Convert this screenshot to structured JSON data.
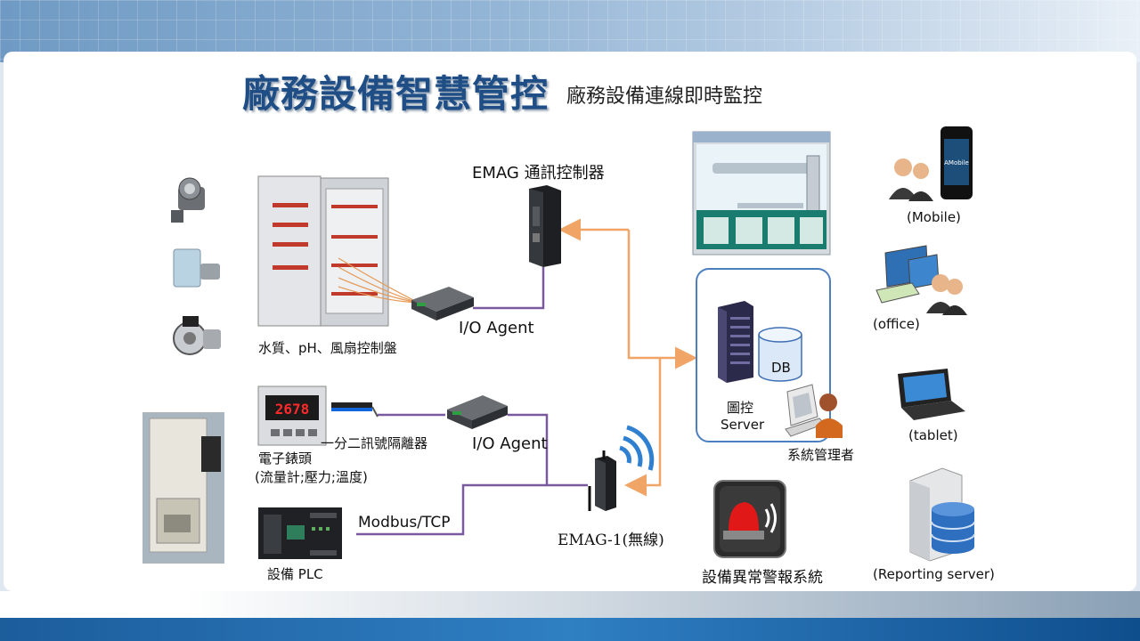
{
  "header": {
    "title": "廠務設備智慧管控",
    "subtitle": "廠務設備連線即時監控"
  },
  "labels": {
    "emag_controller": "EMAG 通訊控制器",
    "io_agent_top": "I/O Agent",
    "io_agent_mid": "I/O Agent",
    "control_panel": "水質、pH、風扇控制盤",
    "isolator": "一分二訊號隔離器",
    "meter": "電子錶頭",
    "meter_sub": "(流量計;壓力;溫度)",
    "modbus": "Modbus/TCP",
    "plc": "設備 PLC",
    "emag1": "EMAG-1(無線)",
    "db": "DB",
    "server_cn": "圖控",
    "server_en": "Server",
    "sysadmin": "系統管理者",
    "alarm": "設備異常警報系統",
    "mobile": "(Mobile)",
    "office": "(office)",
    "tablet": "(tablet)",
    "reporting": "(Reporting server)",
    "meter_display": "2678",
    "phone_brand": "AMobile"
  },
  "colors": {
    "title": "#1f4e86",
    "orange_link": "#f0a465",
    "purple_link": "#7a5a9e",
    "server_box": "#4d7fbf"
  }
}
